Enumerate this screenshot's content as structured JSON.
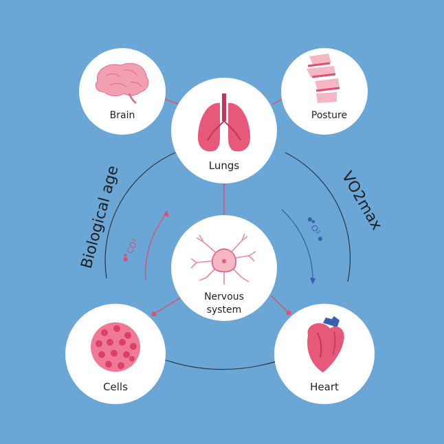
{
  "diagram": {
    "nodes": {
      "brain": {
        "label": "Brain",
        "icon": "brain-icon"
      },
      "posture": {
        "label": "Posture",
        "icon": "spine-icon"
      },
      "lungs": {
        "label": "Lungs",
        "icon": "lungs-icon"
      },
      "nervous": {
        "label_line1": "Nervous",
        "label_line2": "system",
        "icon": "neuron-icon"
      },
      "cells": {
        "label": "Cells",
        "icon": "cell-icon"
      },
      "heart": {
        "label": "Heart",
        "icon": "heart-icon"
      }
    },
    "arcs": {
      "left": {
        "label": "Biological age"
      },
      "right": {
        "label": "VO2max"
      }
    },
    "flows": {
      "left": {
        "label": "CO²",
        "color": "#e24b6d"
      },
      "right": {
        "label": "O²",
        "color": "#3a5fae"
      }
    },
    "colors": {
      "background": "#6aa6d6",
      "organ": "#e8587a",
      "accent_dark": "#c23557",
      "node_fill": "#ffffff",
      "connector": "#e0506f",
      "arc": "#2b3440"
    }
  }
}
